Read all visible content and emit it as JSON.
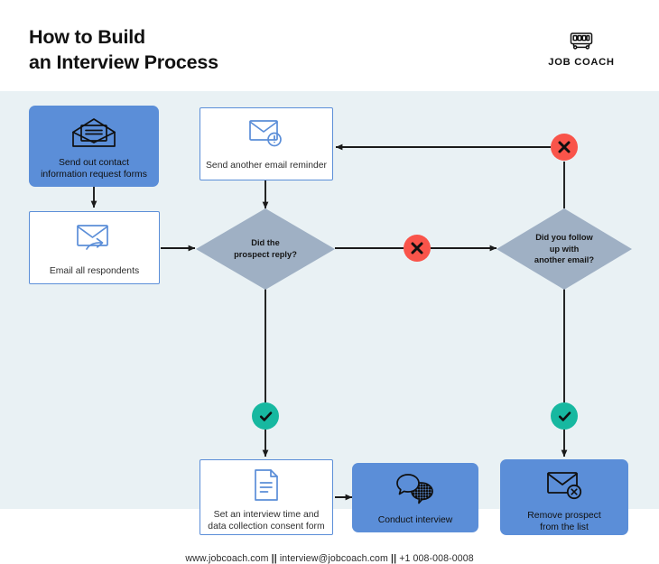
{
  "header": {
    "title_line1": "How to Build",
    "title_line2": "an Interview Process",
    "brand_name": "JOB COACH",
    "brand_icon": "bus-icon"
  },
  "theme": {
    "page_bg": "#ffffff",
    "stage_bg": "#e9f1f4",
    "accent_blue": "#5b8ed8",
    "diamond_fill": "#9fb0c4",
    "no_marker": "#f9544a",
    "yes_marker": "#17b8a0",
    "line": "#1a1a1a",
    "text": "#111111"
  },
  "diagram": {
    "type": "flowchart",
    "nodes": [
      {
        "id": "n1",
        "kind": "process",
        "style": "filled",
        "label": "Send out contact\ninformation request forms",
        "label_line1": "Send out contact",
        "label_line2": "information request forms",
        "icon": "open-envelope-letter-icon"
      },
      {
        "id": "n2",
        "kind": "process",
        "style": "outline",
        "label": "Email all respondents",
        "label_line1": "Email all respondents",
        "label_line2": "",
        "icon": "envelope-send-arrow-icon"
      },
      {
        "id": "n3",
        "kind": "process",
        "style": "outline",
        "label": "Send another email reminder",
        "label_line1": "Send another email reminder",
        "label_line2": "",
        "icon": "envelope-alert-icon"
      },
      {
        "id": "d1",
        "kind": "decision",
        "label": "Did the\nprospect reply?",
        "label_line1": "Did the",
        "label_line2": "prospect reply?",
        "label_line3": ""
      },
      {
        "id": "d2",
        "kind": "decision",
        "label": "Did you follow\nup with\nanother email?",
        "label_line1": "Did you follow",
        "label_line2": "up with",
        "label_line3": "another email?"
      },
      {
        "id": "n4",
        "kind": "process",
        "style": "outline",
        "label": "Set an interview time and\ndata collection consent form",
        "label_line1": "Set an interview time and",
        "label_line2": "data collection consent form",
        "icon": "document-lines-icon"
      },
      {
        "id": "n5",
        "kind": "process",
        "style": "filled",
        "label": "Conduct interview",
        "label_line1": "Conduct interview",
        "label_line2": "",
        "icon": "speech-bubbles-icon"
      },
      {
        "id": "n6",
        "kind": "process",
        "style": "filled",
        "label": "Remove prospect\nfrom the list",
        "label_line1": "Remove prospect",
        "label_line2": "from the list",
        "icon": "envelope-remove-icon"
      }
    ],
    "markers": [
      {
        "id": "m1",
        "type": "no",
        "glyph": "✖",
        "on_edge": "d1 -> d2",
        "name": "no-marker-prospect-reply"
      },
      {
        "id": "m2",
        "type": "no",
        "glyph": "✖",
        "on_edge": "d2 -> n3",
        "name": "no-marker-follow-up"
      },
      {
        "id": "m3",
        "type": "yes",
        "glyph": "✔",
        "on_edge": "d1 -> n4",
        "name": "yes-marker-prospect-reply"
      },
      {
        "id": "m4",
        "type": "yes",
        "glyph": "✔",
        "on_edge": "d2 -> n6",
        "name": "yes-marker-follow-up"
      }
    ],
    "edges": [
      {
        "from": "n1",
        "to": "n2"
      },
      {
        "from": "n2",
        "to": "d1"
      },
      {
        "from": "n3",
        "to": "d1"
      },
      {
        "from": "d1",
        "to": "d2",
        "marker": "no"
      },
      {
        "from": "d1",
        "to": "n4",
        "marker": "yes"
      },
      {
        "from": "d2",
        "to": "n3",
        "marker": "no"
      },
      {
        "from": "d2",
        "to": "n6",
        "marker": "yes"
      },
      {
        "from": "n4",
        "to": "n5"
      }
    ]
  },
  "footer": {
    "website": "www.jobcoach.com",
    "sep1": "||",
    "email": "interview@jobcoach.com",
    "sep2": "||",
    "phone": "+1 008-008-0008"
  }
}
